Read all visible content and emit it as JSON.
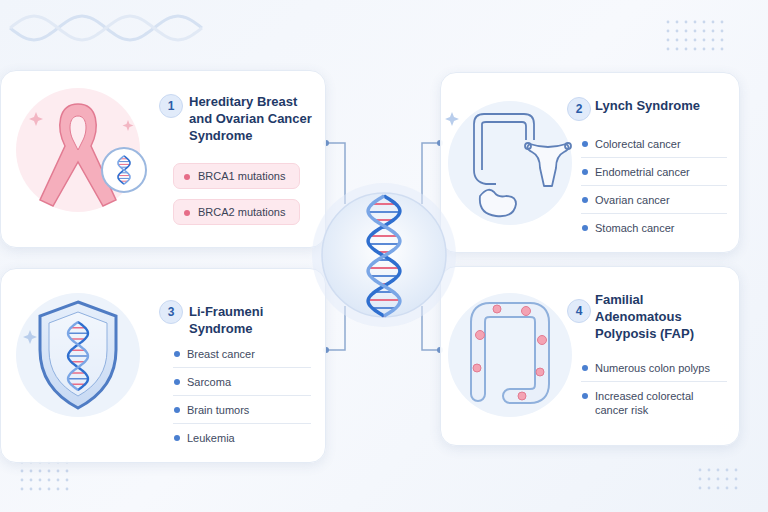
{
  "diagram": {
    "nodes": [
      {
        "text": [
          "Hereditary Breast and Ovarian Cancer Syndrome"
        ]
      },
      {
        "text": [
          "1"
        ],
        "in": 0
      },
      {
        "text": [
          "BRCA1 mutations"
        ],
        "in": 0
      },
      {
        "text": [
          "BRCA2 mutations"
        ],
        "in": 0
      },
      {
        "text": [
          "Lynch Syndrome",
          "Colorectal cancer",
          "Endometrial cancer",
          "Ovarian cancer",
          "Stomach cancer"
        ]
      },
      {
        "text": [
          "2"
        ],
        "in": 4
      },
      {
        "text": [
          "Li-Fraumeni Syndrome",
          "Breast cancer",
          "Sarcoma",
          "Brain tumors",
          "Leukemia"
        ]
      },
      {
        "text": [
          "3"
        ],
        "in": 6
      },
      {
        "text": [
          "Familial Adenomatous Polyposis (FAP)",
          "Numerous colon polyps",
          "Increased colorectal cancer risk"
        ]
      },
      {
        "text": [
          "4"
        ],
        "in": 8
      }
    ]
  }
}
